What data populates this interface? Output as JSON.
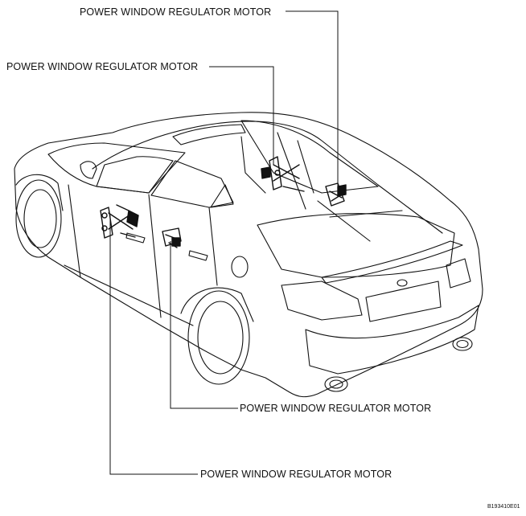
{
  "labels": {
    "top_rear_right": "POWER WINDOW REGULATOR MOTOR",
    "top_rear_left": "POWER WINDOW REGULATOR MOTOR",
    "bottom_rear_left_door": "POWER WINDOW REGULATOR MOTOR",
    "bottom_front_left_door": "POWER WINDOW REGULATOR MOTOR"
  },
  "figure_id": "B193410E01"
}
